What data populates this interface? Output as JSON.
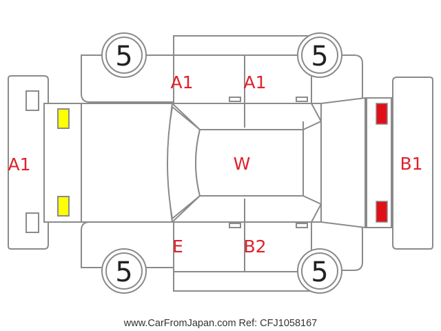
{
  "source": "www.CarFromJapan.com Ref: CFJ1058167",
  "tires": {
    "front_left": "5",
    "rear_left": "5",
    "front_right": "5",
    "rear_right": "5"
  },
  "damage_labels": {
    "front_bumper": "A1",
    "front_door_upper": "A1",
    "rear_door_upper": "A1",
    "roof": "W",
    "rear_bumper": "B1",
    "front_door_lower": "E",
    "rear_door_lower": "B2"
  },
  "colors": {
    "label": "#e0202a",
    "headlight": "#ffff00",
    "taillight": "#e01018",
    "outline": "#8a8a8a"
  }
}
